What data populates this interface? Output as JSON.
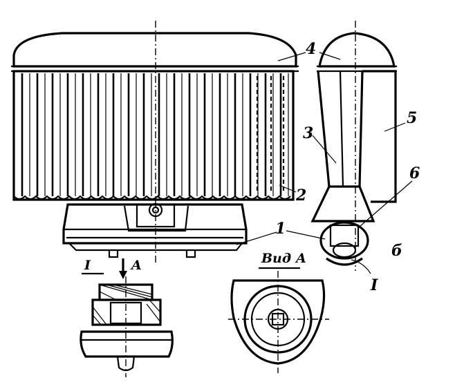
{
  "labels": {
    "p1": "1",
    "p2": "2",
    "p3": "3",
    "p4": "4",
    "p5": "5",
    "p6": "6",
    "detail_ref": "I",
    "detail_title": "I",
    "view_arrow": "A",
    "view_title": "Вид А",
    "variant_mark": "б"
  }
}
